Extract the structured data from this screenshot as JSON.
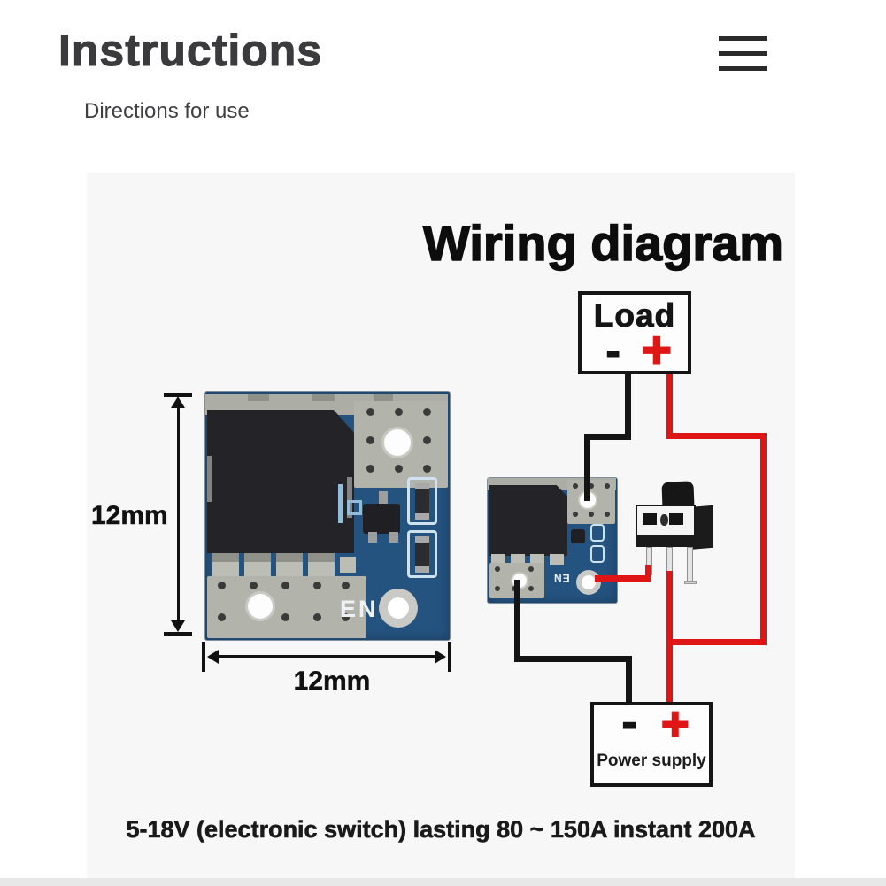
{
  "header": {
    "title": "Instructions",
    "subtitle": "Directions for use",
    "menu_icon": "hamburger-menu"
  },
  "diagram": {
    "heading": "Wiring diagram",
    "load_box": {
      "label": "Load",
      "minus": "-",
      "plus": "+"
    },
    "power_box": {
      "label": "Power supply",
      "minus": "-",
      "plus": "+"
    },
    "dimensions": {
      "height_label": "12mm",
      "width_label": "12mm"
    },
    "module_large": {
      "en_label": "EN"
    },
    "module_small": {
      "en_label": "EN"
    },
    "caption": "5-18V (electronic switch) lasting 80 ~ 150A instant 200A",
    "colors": {
      "wire_positive": "#e01616",
      "wire_negative": "#141414",
      "pcb_blue": "#25537f",
      "pad_silver": "#b2b4ac",
      "panel_bg": "#f7f7f8"
    }
  }
}
